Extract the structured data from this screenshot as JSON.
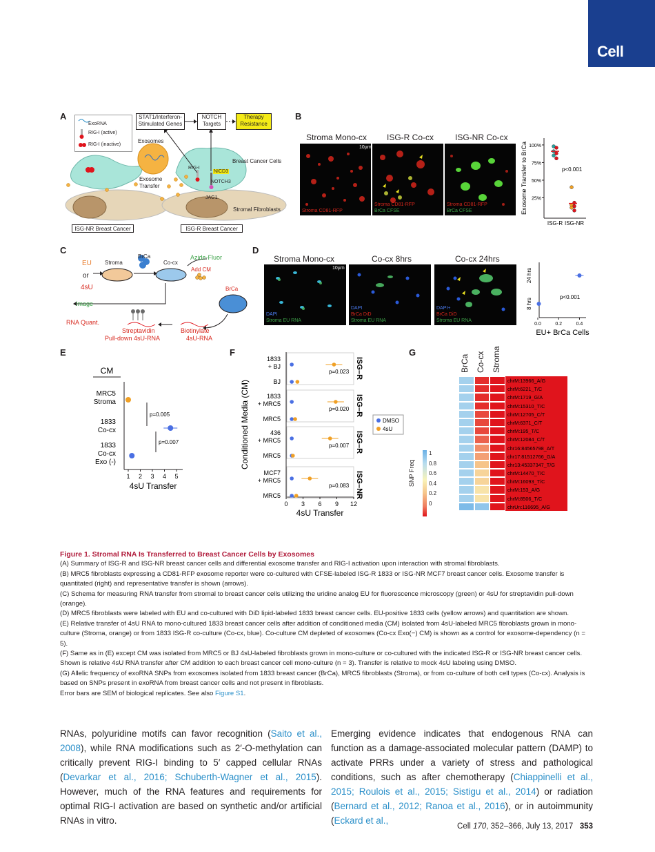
{
  "journal": {
    "logo": "Cell"
  },
  "panelA": {
    "label": "A",
    "legend": [
      "ExoRNA",
      "RIG-I (active)",
      "RIG-I (inactive)"
    ],
    "stat_box": "STAT1/Interferon-Stimulated Genes",
    "notch_box": "NOTCH Targets",
    "therapy_box": "Therapy Resistance",
    "exosomes": "Exosomes",
    "breast_cancer_cells": "Breast Cancer Cells",
    "rigi": "RIG-I",
    "nicd3": "NICD3",
    "notch3": "NOTCH3",
    "exosome_transfer": "Exosome Transfer",
    "jag1": "JAG1",
    "stromal_fibroblasts": "Stromal Fibroblasts",
    "isg_nr": "ISG-NR Breast Cancer",
    "isg_r": "ISG-R Breast Cancer"
  },
  "panelB": {
    "label": "B",
    "images": [
      {
        "title": "Stroma Mono-cx",
        "caption": "Stroma CD81-RFP"
      },
      {
        "title": "ISG-R Co-cx",
        "caption1": "Stroma CD81-RFP",
        "caption2": "BrCa CFSE"
      },
      {
        "title": "ISG-NR Co-cx",
        "caption1": "Stroma CD81-RFP",
        "caption2": "BrCa CFSE"
      }
    ],
    "scale_bar": "10µm",
    "chart": {
      "ylabel": "Exosome Transfer to BrCa",
      "yticks": [
        "100%",
        "75%",
        "50%",
        "25%"
      ],
      "xticks": [
        "ISG-R",
        "ISG-NR"
      ],
      "pvalue": "p<0.001",
      "isg_r_values": [
        98,
        96,
        91,
        88,
        85,
        81
      ],
      "isg_nr_values": [
        40,
        18,
        15,
        13,
        11,
        7
      ]
    }
  },
  "panelC": {
    "label": "C",
    "eu": "EU",
    "or": "or",
    "s4u": "4sU",
    "stroma": "Stroma",
    "brca": "BrCa",
    "cocx": "Co-cx",
    "azide": "Azide-Fluor",
    "addcm": "Add CM",
    "brca2": "BrCa",
    "image": "Image",
    "rnaquant": "RNA Quant.",
    "streptavidin": "Streptavidin",
    "pulldown": "Pull-down 4sU-RNA",
    "biotinylate": "Biotinylate",
    "s4urna": "4sU-RNA"
  },
  "panelD": {
    "label": "D",
    "images": [
      {
        "title": "Stroma Mono-cx",
        "caption1": "DAPI",
        "caption2": "Stroma EU RNA"
      },
      {
        "title": "Co-cx 8hrs",
        "caption1": "DAPI",
        "caption2": "BrCa DiD",
        "caption3": "Stroma EU RNA"
      },
      {
        "title": "Co-cx 24hrs",
        "caption1": "DAPI+",
        "caption2": "BrCa DiD",
        "caption3": "Stroma EU RNA"
      }
    ],
    "scale_bar": "10µm",
    "chart": {
      "y_categories": [
        "24 hrs",
        "8 hrs"
      ],
      "xticks": [
        "0.0",
        "0.2",
        "0.4"
      ],
      "xlabel": "EU+ BrCa Cells",
      "pvalue": "p<0.001",
      "values": [
        0.4,
        0.01
      ]
    }
  },
  "panelE": {
    "label": "E",
    "header": "CM",
    "rows": [
      "MRC5 Stroma",
      "1833 Co-cx",
      "1833 Co-cx Exo (-)"
    ],
    "xticks": [
      "1",
      "2",
      "3",
      "4",
      "5"
    ],
    "xlabel": "4sU Transfer",
    "p1": "p=0.005",
    "p2": "p=0.007",
    "values": [
      1.0,
      4.5,
      1.3
    ]
  },
  "panelF": {
    "label": "F",
    "ylabel": "Conditioned Media (CM)",
    "groups": [
      {
        "top": "1833 + BJ",
        "bottom": "BJ",
        "side": "ISG–R",
        "p": "p=0.023"
      },
      {
        "top": "1833 + MRC5",
        "bottom": "MRC5",
        "side": "ISG–R",
        "p": "p=0.020"
      },
      {
        "top": "436 + MRC5",
        "bottom": "MRC5",
        "side": "ISG–R",
        "p": "p=0.007"
      },
      {
        "top": "MCF7 + MRC5",
        "bottom": "MRC5",
        "side": "ISG–NR",
        "p": "p=0.083"
      }
    ],
    "xticks": [
      "0",
      "3",
      "6",
      "9",
      "12"
    ],
    "xlabel": "4sU Transfer",
    "legend": [
      "DMSO",
      "4sU"
    ]
  },
  "panelG": {
    "label": "G",
    "columns": [
      "BrCa",
      "Co-cx",
      "Stroma"
    ],
    "rows": [
      "chrM:13966_A/G",
      "chrM:6221_T/C",
      "chrM:1719_G/A",
      "chrM:15310_T/C",
      "chrM:12705_C/T",
      "chrM:6371_C/T",
      "chrM:195_T/C",
      "chrM:12084_C/T",
      "chr16:84565798_A/T",
      "chr17:81512766_G/A",
      "chr13:45337347_T/G",
      "chrM:14470_T/C",
      "chrM:16093_T/C",
      "chrM:153_A/G",
      "chrM:8506_T/C",
      "chrUn:116695_A/G"
    ],
    "legend_title": "SNP Freq",
    "legend_ticks": [
      "1",
      "0.8",
      "0.6",
      "0.4",
      "0.2",
      "0"
    ],
    "values": [
      [
        0.85,
        0.05,
        0.0
      ],
      [
        0.85,
        0.05,
        0.0
      ],
      [
        0.85,
        0.05,
        0.0
      ],
      [
        0.85,
        0.05,
        0.0
      ],
      [
        0.85,
        0.1,
        0.0
      ],
      [
        0.85,
        0.1,
        0.0
      ],
      [
        0.85,
        0.1,
        0.0
      ],
      [
        0.85,
        0.15,
        0.0
      ],
      [
        0.85,
        0.25,
        0.0
      ],
      [
        0.85,
        0.3,
        0.0
      ],
      [
        0.85,
        0.4,
        0.0
      ],
      [
        0.85,
        0.45,
        0.0
      ],
      [
        0.85,
        0.45,
        0.0
      ],
      [
        0.85,
        0.5,
        0.0
      ],
      [
        0.85,
        0.5,
        0.0
      ],
      [
        0.95,
        0.9,
        0.0
      ]
    ]
  },
  "caption": {
    "title": "Figure 1. Stromal RNA Is Transferred to Breast Cancer Cells by Exosomes",
    "A": "(A) Summary of ISG-R and ISG-NR breast cancer cells and differential exosome transfer and RIG-I activation upon interaction with stromal fibroblasts.",
    "B": "(B) MRC5 fibroblasts expressing a CD81-RFP exosome reporter were co-cultured with CFSE-labeled ISG-R 1833 or ISG-NR MCF7 breast cancer cells. Exosome transfer is quantitated (right) and representative transfer is shown (arrows).",
    "C": "(C) Schema for measuring RNA transfer from stromal to breast cancer cells utilizing the uridine analog EU for fluorescence microscopy (green) or 4sU for streptavidin pull-down (orange).",
    "D": "(D) MRC5 fibroblasts were labeled with EU and co-cultured with DiD lipid-labeled 1833 breast cancer cells. EU-positive 1833 cells (yellow arrows) and quantitation are shown.",
    "E": "(E) Relative transfer of 4sU RNA to mono-cultured 1833 breast cancer cells after addition of conditioned media (CM) isolated from 4sU-labeled MRC5 fibroblasts grown in mono-culture (Stroma, orange) or from 1833 ISG-R co-culture (Co-cx, blue). Co-culture CM depleted of exosomes (Co-cx Exo(−) CM) is shown as a control for exosome-dependency (n = 5).",
    "F": "(F) Same as in (E) except CM was isolated from MRC5 or BJ 4sU-labeled fibroblasts grown in mono-culture or co-cultured with the indicated ISG-R or ISG-NR breast cancer cells. Shown is relative 4sU RNA transfer after CM addition to each breast cancer cell mono-culture (n = 3). Transfer is relative to mock 4sU labeling using DMSO.",
    "G": "(G) Allelic frequency of exoRNA SNPs from exosomes isolated from 1833 breast cancer (BrCa), MRC5 fibroblasts (Stroma), or from co-culture of both cell types (Co-cx). Analysis is based on SNPs present in exoRNA from breast cancer cells and not present in fibroblasts.",
    "errors": "Error bars are SEM of biological replicates. See also",
    "errors_link": "Figure S1",
    "errors_end": "."
  },
  "body": {
    "left": [
      {
        "text": "RNAs, polyuridine motifs can favor recognition ("
      },
      {
        "link": "Saito et al., 2008"
      },
      {
        "text": "), while RNA modifications such as 2′-O-methylation can critically prevent RIG-I binding to 5′ capped cellular RNAs ("
      },
      {
        "link": "Devarkar et al., 2016; Schuberth-Wagner et al., 2015"
      },
      {
        "text": "). However, much of the RNA features and requirements for optimal RIG-I activation are based on synthetic and/or artificial RNAs in vitro."
      }
    ],
    "right": [
      {
        "text": "Emerging evidence indicates that endogenous RNA can function as a damage-associated molecular pattern (DAMP) to activate PRRs under a variety of stress and pathological conditions, such as after chemotherapy ("
      },
      {
        "link": "Chiappinelli et al., 2015; Roulois et al., 2015; Sistigu et al., 2014"
      },
      {
        "text": ") or radiation ("
      },
      {
        "link": "Bernard et al., 2012; Ranoa et al., 2016"
      },
      {
        "text": "), or in autoimmunity ("
      },
      {
        "link": "Eckard et al.,"
      }
    ]
  },
  "footer": {
    "journal": "Cell",
    "volume": "170",
    "pages": ", 352–366, July 13, 2017",
    "page_number": "353"
  },
  "colors": {
    "blue": "#4a6fe3",
    "orange": "#f0a025",
    "red": "#e0141c",
    "cell_blue": "#1a3f8f",
    "caption_red": "#b01a3a",
    "link": "#2a8fc9"
  }
}
